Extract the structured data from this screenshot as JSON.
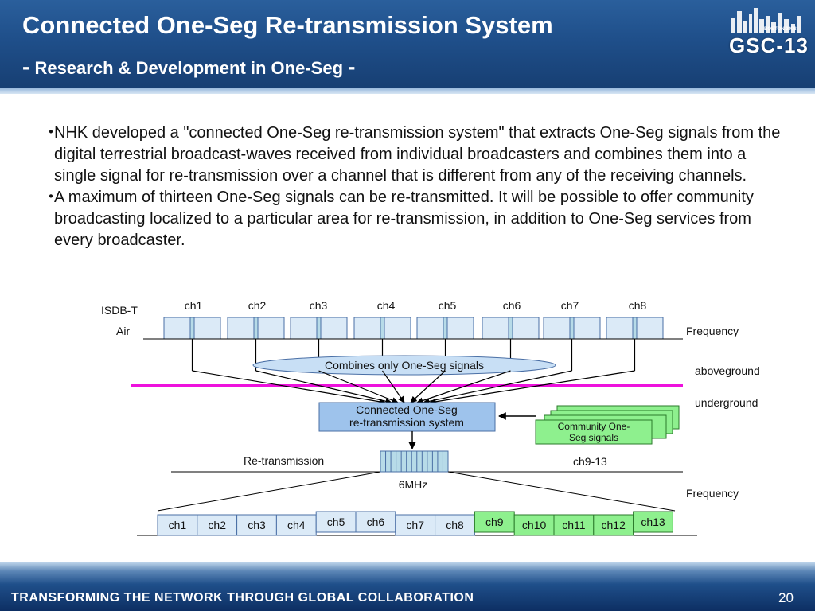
{
  "header": {
    "title": "Connected One-Seg Re-transmission System",
    "subtitle_dash": "-",
    "subtitle": "Research & Development in One-Seg",
    "logo_text": "GSC-13",
    "logo_city": "BOSTON 2008"
  },
  "bullets": [
    {
      "mark": "・",
      "text": "NHK developed a \"connected One-Seg re-transmission system\" that extracts One-Seg signals from the digital terrestrial broadcast-waves received from individual broadcasters and combines them into a single signal for re-transmission over a channel that is different from any of the receiving channels."
    },
    {
      "mark": "・",
      "text": "A maximum of thirteen One-Seg signals can be re-transmitted. It will be possible to offer community broadcasting localized to a particular area for re-transmission, in addition to One-Seg services from every broadcaster."
    }
  ],
  "diagram": {
    "isdb_label": "ISDB-T",
    "air_label": "Air",
    "frequency_label": "Frequency",
    "top_channels": [
      "ch1",
      "ch2",
      "ch3",
      "ch4",
      "ch5",
      "ch6",
      "ch7",
      "ch8"
    ],
    "combine_label": "Combines only One-Seg signals",
    "aboveground_label": "aboveground",
    "underground_label": "underground",
    "system_label_line1": "Connected One-Seg",
    "system_label_line2": "re-transmission system",
    "community_line1": "Community One-",
    "community_line2": "Seg signals",
    "retransmission_label": "Re-transmission",
    "ch9_13_label": "ch9-13",
    "bandwidth_label": "6MHz",
    "frequency_label2": "Frequency",
    "bottom_channels": [
      "ch1",
      "ch2",
      "ch3",
      "ch4",
      "ch5",
      "ch6",
      "ch7",
      "ch8",
      "ch9",
      "ch10",
      "ch11",
      "ch12",
      "ch13"
    ],
    "colors": {
      "channel_fill": "#dbeaf7",
      "channel_stroke": "#4a6fa5",
      "oneseg_fill": "#b7dbe8",
      "system_fill": "#9ec3ec",
      "community_fill": "#8ef08e",
      "boundary_line": "#ee11dd",
      "ellipse_fill": "#c8dff5"
    }
  },
  "footer": {
    "tagline": "TRANSFORMING THE NETWORK THROUGH GLOBAL COLLABORATION",
    "page_number": "20"
  }
}
